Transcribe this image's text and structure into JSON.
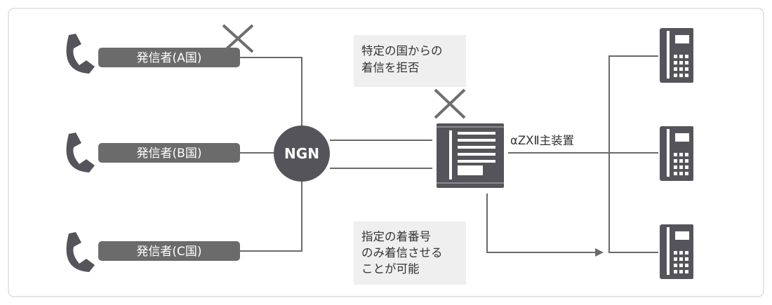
{
  "callouts": {
    "block": [
      "特定の国からの",
      "着信を拒否"
    ],
    "allow": [
      "指定の着番号",
      "のみ着信させる",
      "ことが可能"
    ]
  },
  "callers": [
    "発信者(A国)",
    "発信者(B国)",
    "発信者(C国)"
  ],
  "network": {
    "label": "NGN"
  },
  "pbx": {
    "label": "αZXⅡ主装置"
  },
  "icons": {
    "caller": "phone-handset-icon",
    "blocked": "cross-icon",
    "extension": "desk-phone-icon",
    "pbx": "main-unit-icon"
  },
  "colors": {
    "primary": "#55545b",
    "pill": "#6b6b6b",
    "wire": "#6a6a6a",
    "callout_bg": "#efefef",
    "frame_border": "#d6d6d6"
  }
}
